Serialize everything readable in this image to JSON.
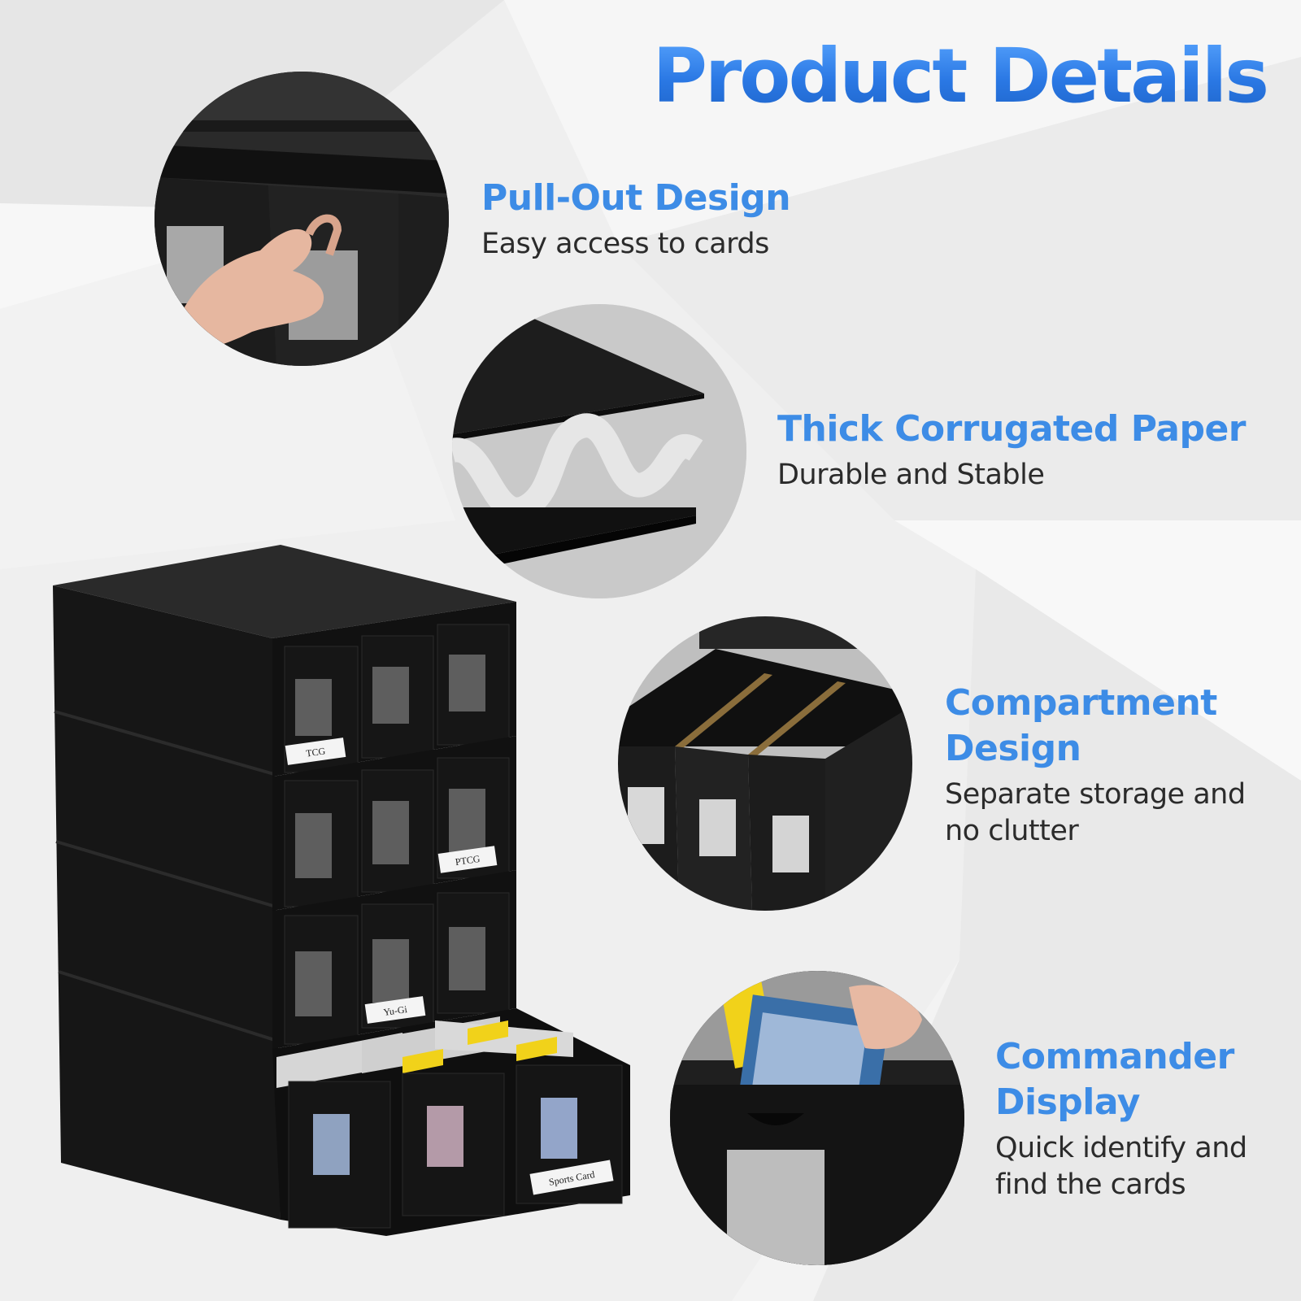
{
  "page": {
    "title": "Product Details",
    "accent_color": "#3d8ce6",
    "text_color": "#2b2b2b"
  },
  "features": [
    {
      "title_lines": [
        "Pull-Out Design"
      ],
      "description_lines": [
        "Easy access to cards"
      ],
      "icon": "hand-pulling-drawer"
    },
    {
      "title_lines": [
        "Thick Corrugated Paper"
      ],
      "description_lines": [
        "Durable and Stable"
      ],
      "icon": "corrugated-layers"
    },
    {
      "title_lines": [
        "Compartment",
        "Design"
      ],
      "description_lines": [
        "Separate storage and",
        "no clutter"
      ],
      "icon": "divided-compartments"
    },
    {
      "title_lines": [
        "Commander",
        "Display"
      ],
      "description_lines": [
        "Quick identify and",
        "find the cards"
      ],
      "icon": "card-display-window"
    }
  ],
  "drawer_labels": [
    "TCG",
    "PTCG",
    "Yu-Gi",
    "Sports Card"
  ]
}
